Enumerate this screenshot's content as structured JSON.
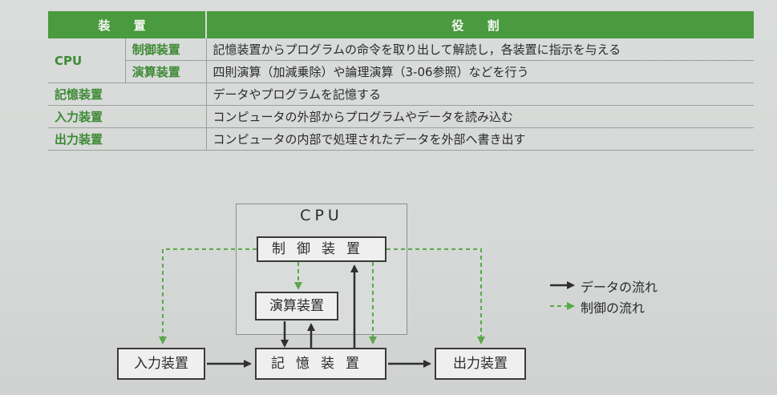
{
  "table": {
    "headers": [
      "装 置",
      "役 割"
    ],
    "cpu_label": "CPU",
    "rows": [
      {
        "sub": "制御装置",
        "role": "記憶装置からプログラムの命令を取り出して解読し，各装置に指示を与える"
      },
      {
        "sub": "演算装置",
        "role": "四則演算（加減乗除）や論理演算（3-06参照）などを行う"
      },
      {
        "cat": "記憶装置",
        "role": "データやプログラムを記憶する"
      },
      {
        "cat": "入力装置",
        "role": "コンピュータの外部からプログラムやデータを読み込む"
      },
      {
        "cat": "出力装置",
        "role": "コンピュータの内部で処理されたデータを外部へ書き出す"
      }
    ]
  },
  "diagram": {
    "cpu_title": "CPU",
    "control": "制御装置",
    "alu": "演算装置",
    "memory": "記憶装置",
    "input": "入力装置",
    "output": "出力装置"
  },
  "legend": {
    "data_flow": "データの流れ",
    "control_flow": "制御の流れ"
  },
  "colors": {
    "header_green": "#4a9a3f",
    "label_green": "#3f8a36",
    "control_arrow": "#5aa84c",
    "data_arrow": "#2f2f2f"
  }
}
